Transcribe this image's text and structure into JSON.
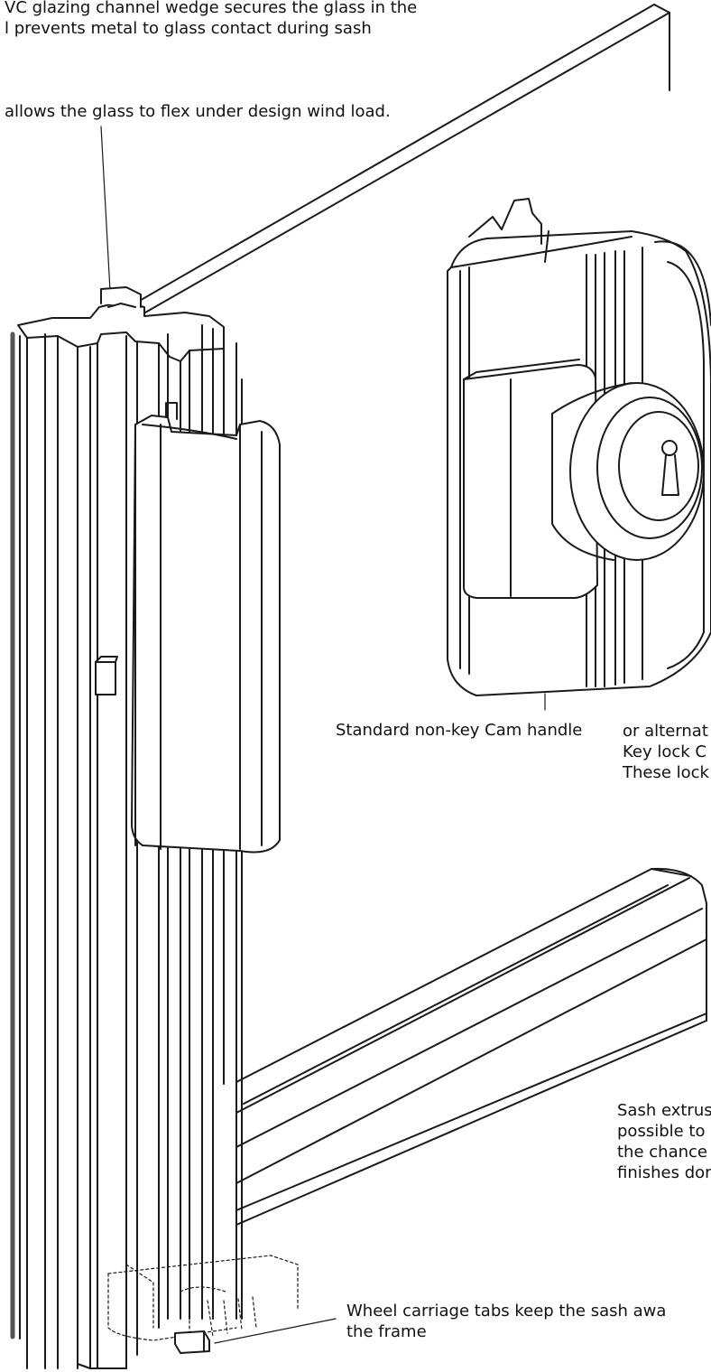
{
  "labels": {
    "glazing_wedge": {
      "line1": "VC glazing channel wedge secures the glass in the",
      "line2": "l prevents metal to glass contact during sash"
    },
    "glass_flex": "allows the glass to flex under design wind load.",
    "cam_handle": "Standard non-key Cam handle",
    "alt_lock": {
      "line1": "or alternat",
      "line2": "Key lock C",
      "line3": "These lock"
    },
    "sash_extrusion": {
      "line1": "Sash extrus",
      "line2": "possible to",
      "line3": "the chance",
      "line4": "finishes dor"
    },
    "wheel_carriage": {
      "line1": "Wheel carriage tabs keep the sash awa",
      "line2": "the frame"
    }
  },
  "components": {
    "glass_pane": "glass",
    "sash_frame": "sash",
    "cam_handle": "cam-handle",
    "key_lock": "key-lock",
    "bottom_rail": "bottom-rail",
    "wheel_carriage": "wheel-carriage"
  },
  "colors": {
    "line": "#1a1a1a",
    "fill": "#ffffff",
    "shade": "#e9e9e9"
  }
}
